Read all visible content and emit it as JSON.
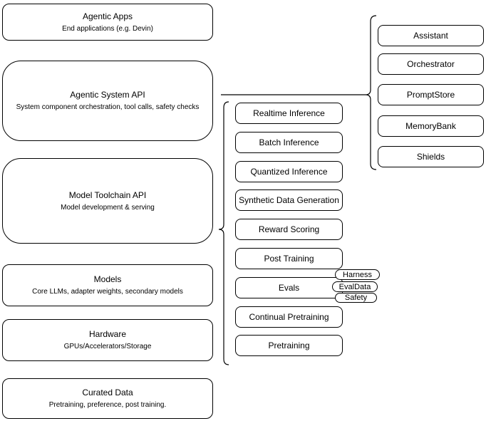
{
  "diagram": {
    "left_column": [
      {
        "title": "Agentic Apps",
        "subtitle": "End applications (e.g. Devin)"
      },
      {
        "title": "Agentic System API",
        "subtitle": "System component orchestration, tool calls, safety checks"
      },
      {
        "title": "Model Toolchain API",
        "subtitle": "Model development & serving"
      },
      {
        "title": "Models",
        "subtitle": "Core LLMs, adapter weights, secondary models"
      },
      {
        "title": "Hardware",
        "subtitle": "GPUs/Accelerators/Storage"
      },
      {
        "title": "Curated Data",
        "subtitle": "Pretraining, preference, post training."
      }
    ],
    "toolchain_components": [
      "Realtime Inference",
      "Batch Inference",
      "Quantized Inference",
      "Synthetic Data Generation",
      "Reward Scoring",
      "Post Training",
      "Evals",
      "Continual Pretraining",
      "Pretraining"
    ],
    "eval_pills": [
      "Harness",
      "EvalData",
      "Safety"
    ],
    "system_components": [
      "Assistant",
      "Orchestrator",
      "PromptStore",
      "MemoryBank",
      "Shields"
    ],
    "colors": {
      "stroke": "#000000",
      "fill": "#ffffff",
      "text": "#000000",
      "background": "#ffffff"
    }
  }
}
